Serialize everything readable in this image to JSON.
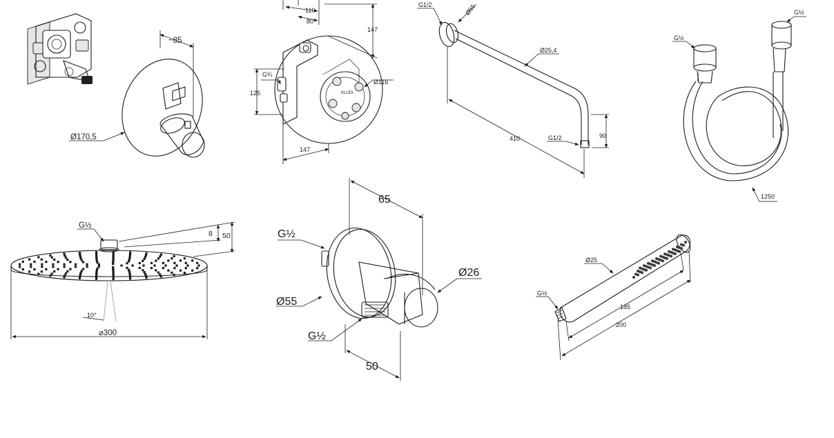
{
  "thermostat_box": {
    "width": "~85",
    "diameter": "Ø170,5"
  },
  "mixer_body": {
    "d110": "110",
    "d80": "80",
    "d147_top": "147",
    "g34": "G¾",
    "d125": "125",
    "d116": "Ø116",
    "d147_bottom": "147"
  },
  "shower_arm": {
    "g12_top": "G1/2",
    "d55": "Ø55",
    "d254": "Ø25,4",
    "d410": "410",
    "g12_bottom": "G1/2",
    "d90": "90"
  },
  "shower_hose": {
    "g12_left": "G½",
    "g12_right": "G½",
    "length": "1250"
  },
  "rain_head": {
    "g12": "G½",
    "d8": "8",
    "d50": "50",
    "angle": "10°",
    "diameter": "⌀300"
  },
  "wall_outlet": {
    "d65": "65",
    "g12_top": "G½",
    "d26": "Ø26",
    "d55": "Ø55",
    "g12_bottom": "G½",
    "d50": "50"
  },
  "hand_shower": {
    "d25": "Ø25",
    "g12": "G½",
    "d185": "185",
    "d200": "200"
  }
}
